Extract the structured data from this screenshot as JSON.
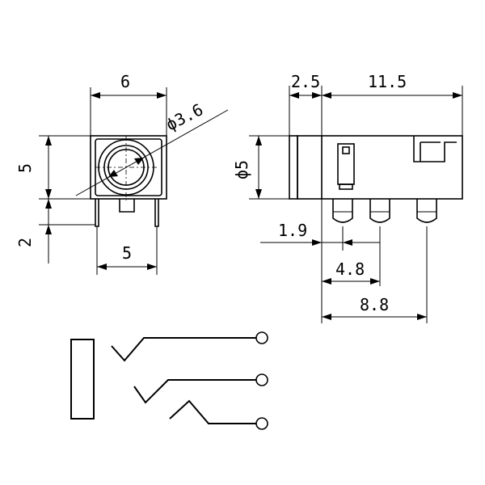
{
  "front_view": {
    "width": "6",
    "hole_diameter": "ϕ3.6",
    "height": "5",
    "pin_offset": "2",
    "pin_spacing": "5"
  },
  "side_view": {
    "front_length": "2.5",
    "body_length": "11.5",
    "barrel_diameter": "ϕ5",
    "pin_1": "1.9",
    "pin_2": "4.8",
    "pin_3": "8.8"
  }
}
